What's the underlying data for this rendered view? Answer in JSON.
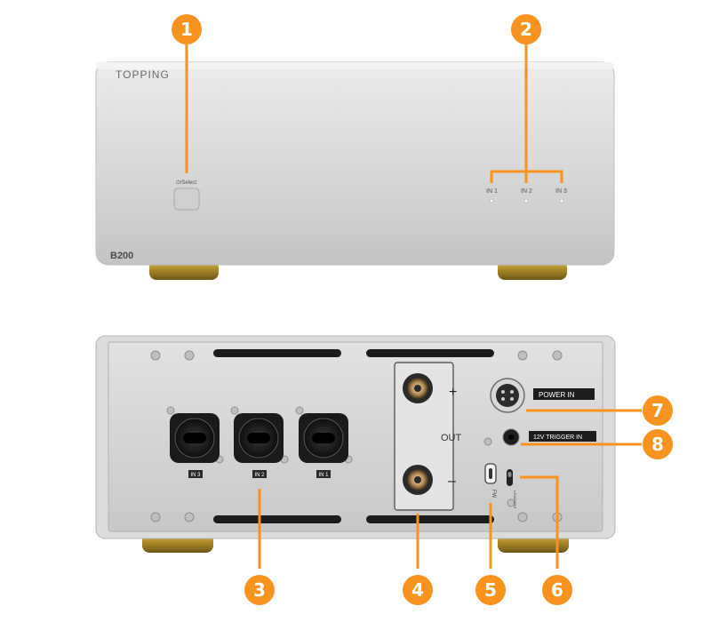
{
  "front": {
    "brand": "TOPPING",
    "model": "B200",
    "button_label": "⏻/Select",
    "inputs": [
      "IN 1",
      "IN 2",
      "IN 3"
    ]
  },
  "rear": {
    "xlr_labels": [
      "IN 3",
      "IN 2",
      "IN 1"
    ],
    "out_label": "OUT",
    "plus": "+",
    "minus": "–",
    "power_label": "POWER IN",
    "trigger_label": "12V TRIGGER IN",
    "fw_label": "FW",
    "switch_label": "LOW/HIGH"
  },
  "callouts": [
    "1",
    "2",
    "3",
    "4",
    "5",
    "6",
    "7",
    "8"
  ],
  "colors": {
    "accent": "#F7931E",
    "chassis": "#d6d6d6",
    "panel": "#c9c9c9",
    "feet": "#b8962e"
  }
}
